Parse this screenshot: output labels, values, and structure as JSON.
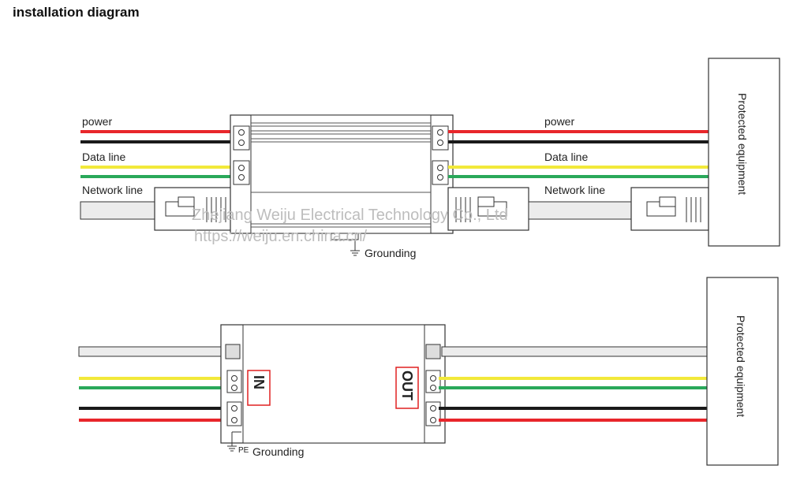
{
  "title": "installation diagram",
  "top_diagram": {
    "labels_left": {
      "power": "power",
      "data": "Data line",
      "network": "Network line"
    },
    "labels_right": {
      "power": "power",
      "data": "Data line",
      "network": "Network line"
    },
    "grounding": "Grounding",
    "equipment": "Protected equipment"
  },
  "bottom_diagram": {
    "in_label": "IN",
    "out_label": "OUT",
    "pe": "PE",
    "grounding": "Grounding",
    "equipment": "Protected equipment"
  },
  "watermark": {
    "line1": "Zhejiang Weiju Electrical Technology Co., Ltd",
    "line2": "https://weiju.en.china.cn/"
  },
  "colors": {
    "red": "#e8262b",
    "black": "#1a1a1a",
    "yellow": "#f2e93a",
    "green": "#29a85a",
    "cable_fill": "#ececec",
    "outline": "#333333",
    "label_red": "#e02020"
  }
}
